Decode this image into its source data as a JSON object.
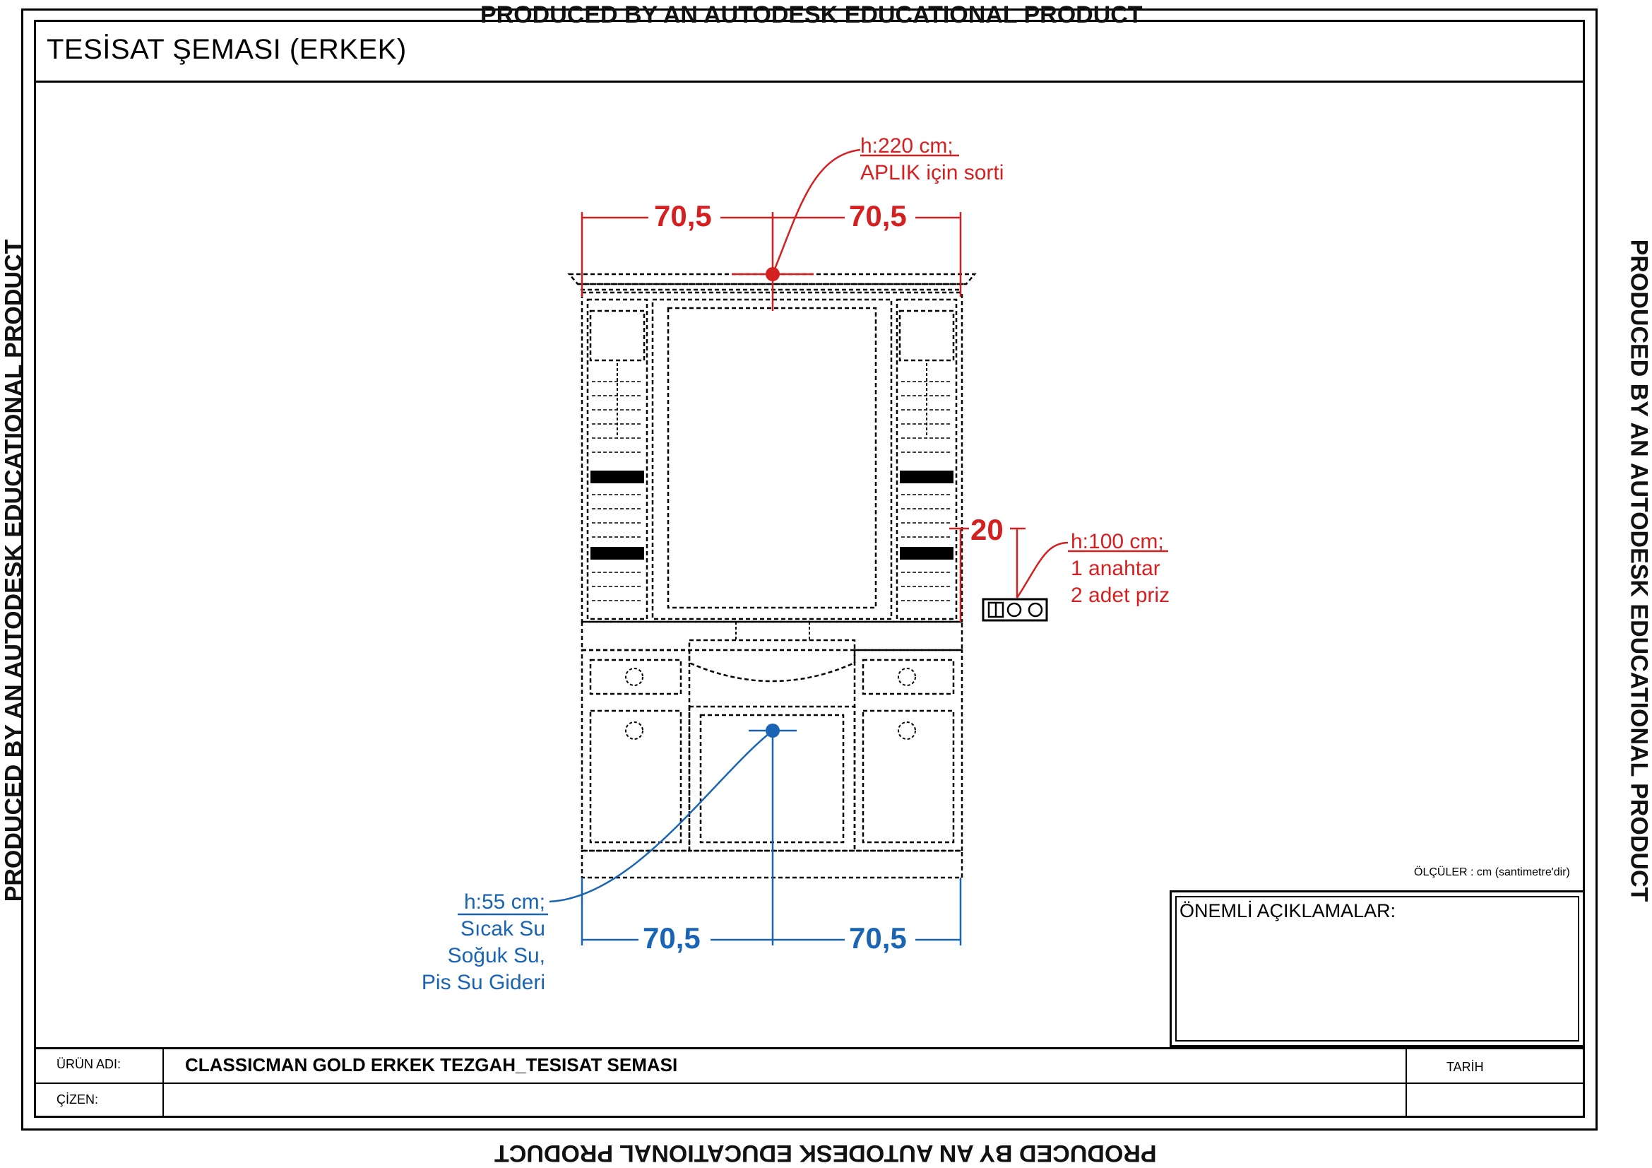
{
  "title": "TESİSAT ŞEMASI (ERKEK)",
  "watermark": "PRODUCED BY AN AUTODESK EDUCATIONAL PRODUCT",
  "top_note": {
    "height": "h:220 cm;",
    "text": "APLIK için sorti"
  },
  "side_note": {
    "height": "h:100 cm;",
    "line1": "1 anahtar",
    "line2": "2 adet priz"
  },
  "bottom_note": {
    "height": "h:55 cm;",
    "line1": "Sıcak Su",
    "line2": "Soğuk Su,",
    "line3": "Pis Su Gideri"
  },
  "dimensions": {
    "top_left": "70,5",
    "top_right": "70,5",
    "side": "20",
    "bottom_left": "70,5",
    "bottom_right": "70,5"
  },
  "olculer": "ÖLÇÜLER : cm (santimetre'dir)",
  "onemli": "ÖNEMLİ AÇIKLAMALAR:",
  "title_block": {
    "urun_label": "ÜRÜN ADI:",
    "urun_value": "CLASSICMAN GOLD ERKEK TEZGAH_TESISAT SEMASI",
    "tarih_label": "TARİH",
    "cizen_label": "ÇİZEN:"
  },
  "colors": {
    "red": "#d42020",
    "blue": "#1a64b4",
    "ink": "#000000"
  }
}
